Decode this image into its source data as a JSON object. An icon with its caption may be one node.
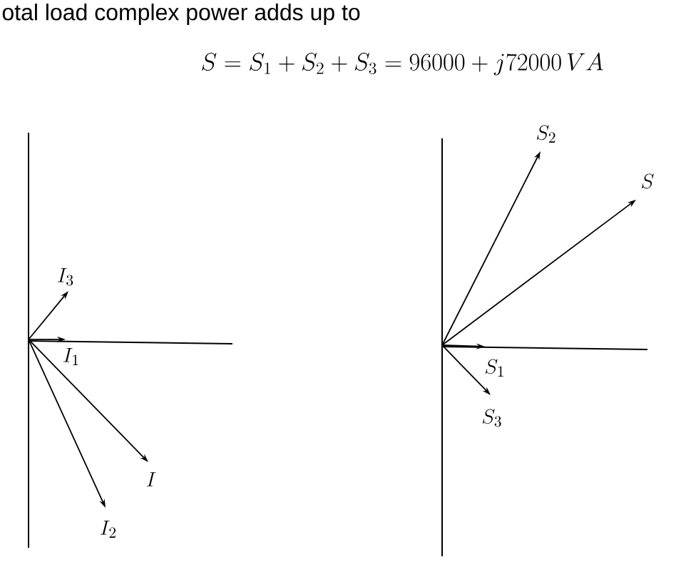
{
  "diagram": {
    "labels": [
      "otal load complex power adds up to",
      "S = S_1 + S_2 + S_3 = 96000 + j72000\\,VA",
      "I_3",
      "I_1",
      "I",
      "I_2",
      "S_2",
      "S",
      "S_1",
      "S_3"
    ]
  }
}
